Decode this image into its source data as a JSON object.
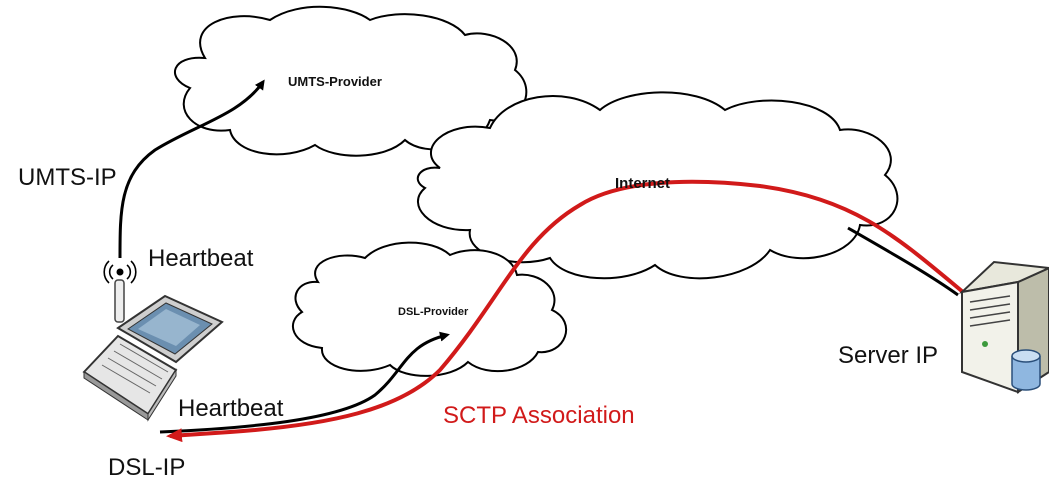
{
  "clouds": {
    "umts": "UMTS-Provider",
    "internet": "Internet",
    "dsl": "DSL-Provider"
  },
  "labels": {
    "umts_ip": "UMTS-IP",
    "heartbeat_upper": "Heartbeat",
    "heartbeat_lower": "Heartbeat",
    "dsl_ip": "DSL-IP",
    "server_ip": "Server IP",
    "sctp": "SCTP Association"
  },
  "colors": {
    "association": "#d11a1a",
    "line": "#000000",
    "cloud_fill": "#ffffff",
    "cloud_stroke": "#000000"
  }
}
